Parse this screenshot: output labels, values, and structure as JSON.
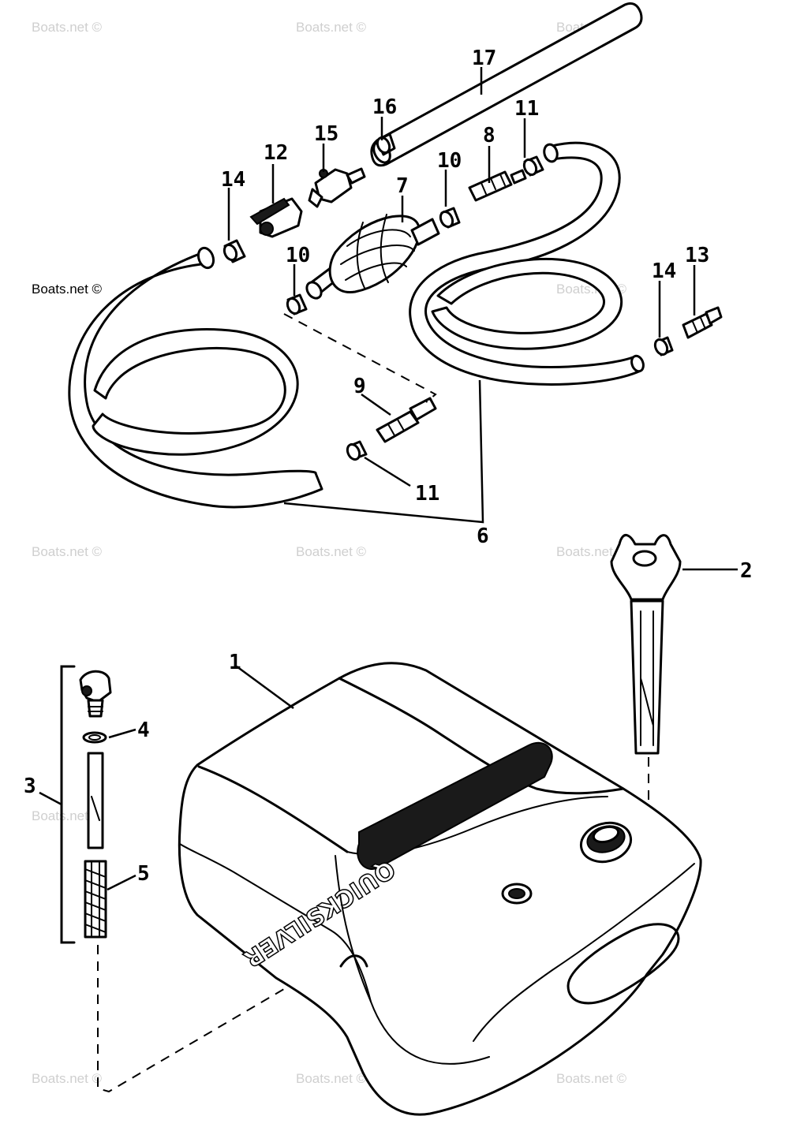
{
  "watermarks": {
    "light": "Boats.net ©",
    "dark": "Boats.net ©"
  },
  "tank": {
    "brand": "QUICKSILVER"
  },
  "callouts": {
    "c1": "1",
    "c2": "2",
    "c3": "3",
    "c4": "4",
    "c5": "5",
    "c6": "6",
    "c7": "7",
    "c8": "8",
    "c9": "9",
    "c10a": "10",
    "c10b": "10",
    "c11a": "11",
    "c11b": "11",
    "c12": "12",
    "c13": "13",
    "c14a": "14",
    "c14b": "14",
    "c15": "15",
    "c16": "16",
    "c17": "17"
  }
}
